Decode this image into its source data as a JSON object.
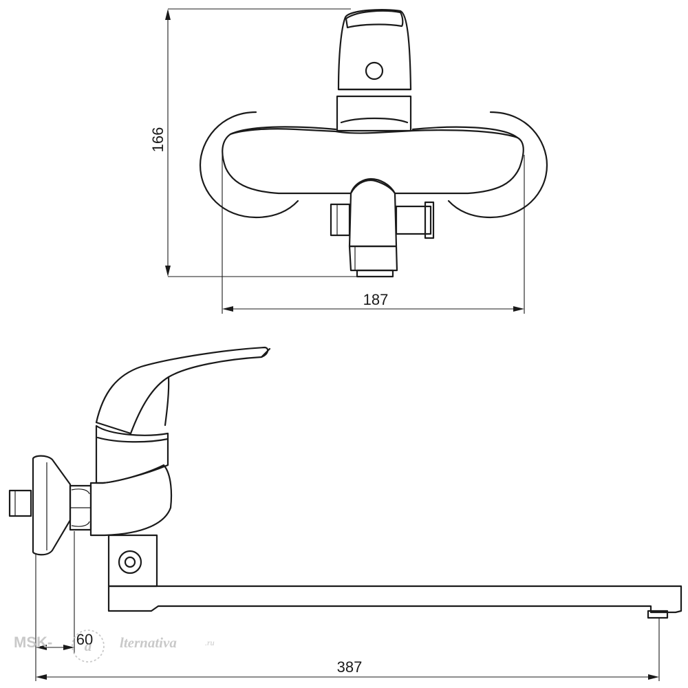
{
  "dimensions": {
    "front_height": "166",
    "front_width": "187",
    "side_offset": "60",
    "side_length": "387"
  },
  "watermark": {
    "prefix": "MSK-",
    "script_letter": "a",
    "suffix": "lternativa",
    "domain": ".ru"
  },
  "colors": {
    "line": "#1a1a1a",
    "watermark": "#c4c4c4"
  }
}
